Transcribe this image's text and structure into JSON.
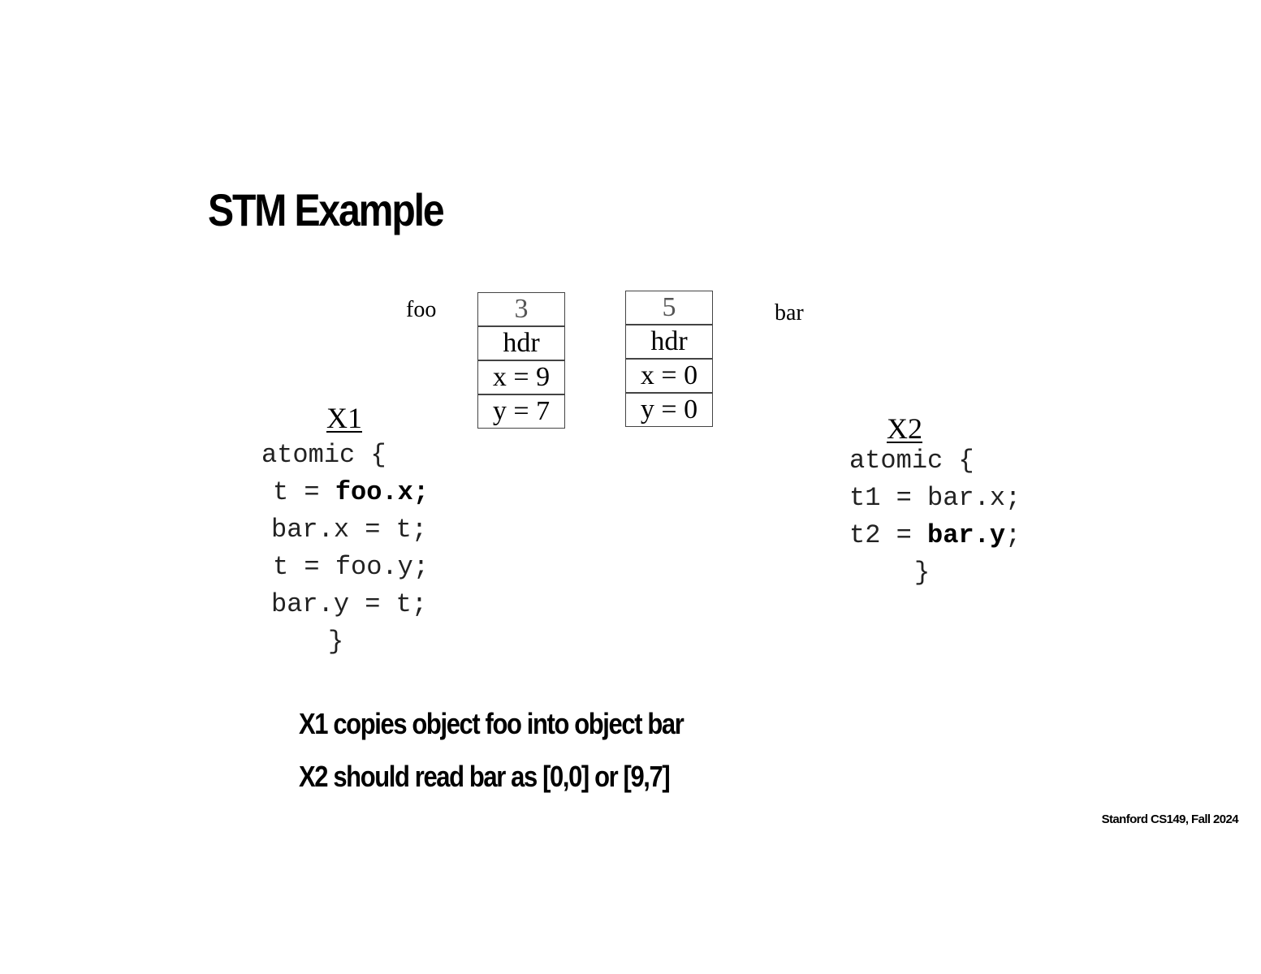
{
  "slide": {
    "title": "STM Example",
    "footer": "Stanford CS149, Fall 2024",
    "captions": [
      "X1 copies object foo into object bar",
      "X2 should read bar as [0,0] or [9,7]"
    ]
  },
  "objects": {
    "foo": {
      "label": "foo",
      "version": "3",
      "header": "hdr",
      "x": "x = 9",
      "y": "y = 7"
    },
    "bar": {
      "label": "bar",
      "version": "5",
      "header": "hdr",
      "x": "x = 0",
      "y": "y = 0"
    }
  },
  "transactions": {
    "x1": {
      "label": "X1",
      "lines": {
        "open": "atomic {",
        "l1_pre": "t = ",
        "l1_bold": "foo.x",
        "l1_post": ";",
        "l2": "bar.x = t;",
        "l3": "t = foo.y;",
        "l4": "bar.y = t;",
        "close": "}"
      }
    },
    "x2": {
      "label": "X2",
      "lines": {
        "open": "atomic {",
        "l1": "t1 = bar.x;",
        "l2_pre": "t2 = ",
        "l2_bold": "bar.y",
        "l2_post": ";",
        "close": "}"
      }
    }
  }
}
